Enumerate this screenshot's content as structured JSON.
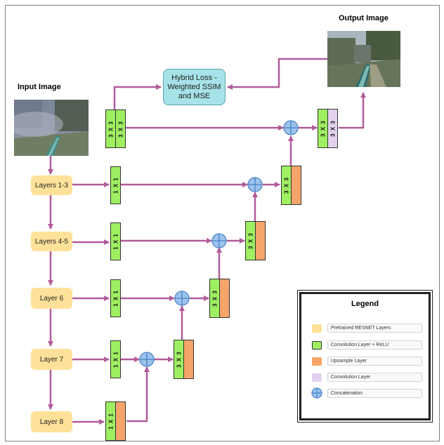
{
  "labels": {
    "input_image": "Input Image",
    "output_image": "Output Image",
    "loss": "Hybrid Loss - Weighted SSIM and MSE"
  },
  "encoder": [
    {
      "id": "layers-1-3",
      "label": "Layers 1-3"
    },
    {
      "id": "layers-4-5",
      "label": "Layers 4-5"
    },
    {
      "id": "layer-6",
      "label": "Layer 6"
    },
    {
      "id": "layer-7",
      "label": "Layer 7"
    },
    {
      "id": "layer-8",
      "label": "Layer 8"
    }
  ],
  "blocks": {
    "conv_3x3": "3 X 3",
    "conv_1x1": "1 X 1"
  },
  "legend": {
    "title": "Legend",
    "items": [
      {
        "label": "Pretrained RESNET Layers",
        "color": "#ffe199"
      },
      {
        "label": "Convolution Layer + ReLU",
        "color": "#9fef62"
      },
      {
        "label": "Upsample Layer",
        "color": "#f5a56a"
      },
      {
        "label": "Convolution Layer",
        "color": "#e2d1ec"
      },
      {
        "label": "Concatenation",
        "color": "#9cc3ec",
        "icon": "concatenation-icon"
      }
    ]
  },
  "colors": {
    "arrow": "#b15c9a",
    "pretrained": "#ffe199",
    "conv_relu": "#9fef62",
    "upsample": "#f5a56a",
    "conv": "#e2d1ec",
    "concat": "#9cc3ec",
    "loss": "#a6e3e8"
  }
}
